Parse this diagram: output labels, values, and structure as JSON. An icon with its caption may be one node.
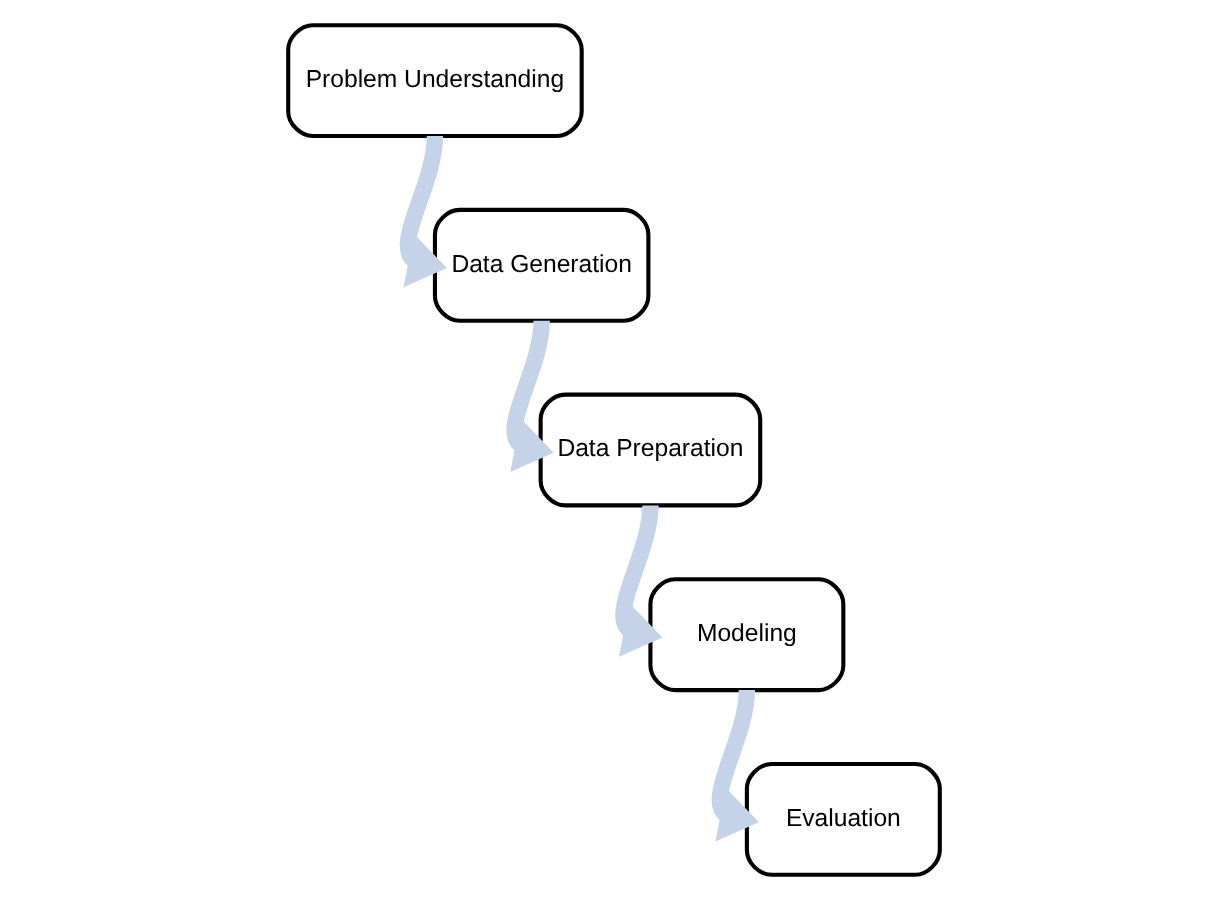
{
  "diagram": {
    "nodes": [
      {
        "text": [
          "Problem Understanding"
        ]
      },
      {
        "text": [
          "Data Generation"
        ]
      },
      {
        "text": [
          "Data Preparation"
        ]
      },
      {
        "text": [
          "Modeling"
        ]
      },
      {
        "text": [
          "Evaluation"
        ]
      }
    ],
    "edges": [
      {
        "from": 0,
        "to": 1,
        "arrow": "to"
      },
      {
        "from": 1,
        "to": 2,
        "arrow": "to"
      },
      {
        "from": 2,
        "to": 3,
        "arrow": "to"
      },
      {
        "from": 3,
        "to": 4,
        "arrow": "to"
      }
    ]
  }
}
